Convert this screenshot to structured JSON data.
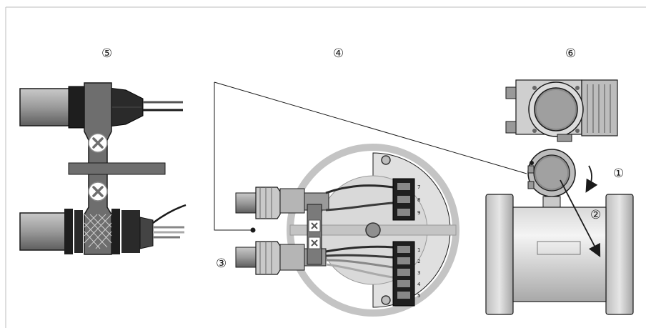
{
  "labels": {
    "fig_left": "⑤",
    "fig_center": "④",
    "fig_right": "⑥",
    "callout_rotate": "①",
    "callout_remove": "②",
    "callout_cable": "③"
  },
  "terminals": {
    "upper": [
      "7",
      "8",
      "9"
    ],
    "lower": [
      "1",
      "2",
      "3",
      "4",
      "5"
    ]
  },
  "colors": {
    "steel": "#c8c8c8",
    "steel_dark": "#8f8f8f",
    "cable": "#9a9a9a",
    "clamp": "#6e6e6e",
    "rubber": "#2a2a2a",
    "board": "#e0e0e0",
    "line": "#1a1a1a"
  }
}
